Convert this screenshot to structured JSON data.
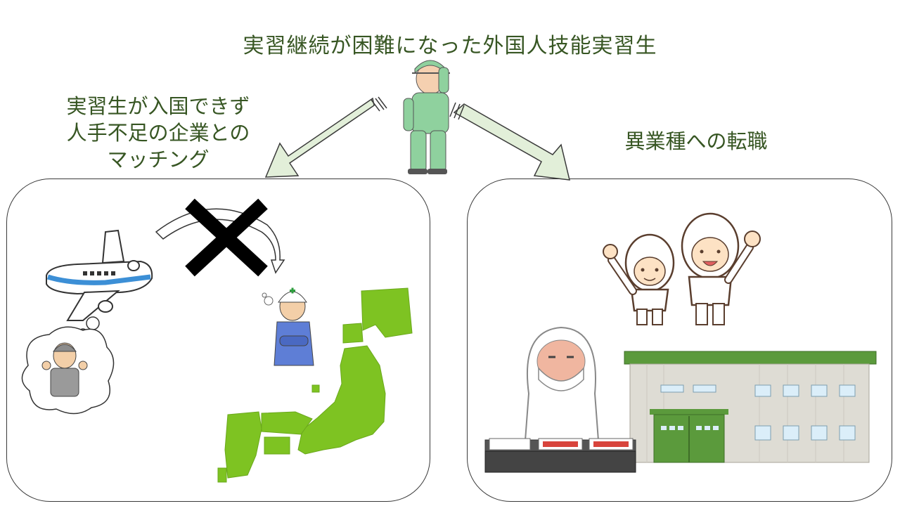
{
  "title": "実習継続が困難になった外国人技能実習生",
  "left_caption": [
    "実習生が入国できず",
    "人手不足の企業との",
    "マッチング"
  ],
  "right_caption": "異業種への転職",
  "colors": {
    "text": "#375623",
    "arrow_fill": "#e2efd9",
    "japan": "#7ec322",
    "factory_green": "#5b9a3c",
    "worker_suit": "#8fd19e"
  }
}
